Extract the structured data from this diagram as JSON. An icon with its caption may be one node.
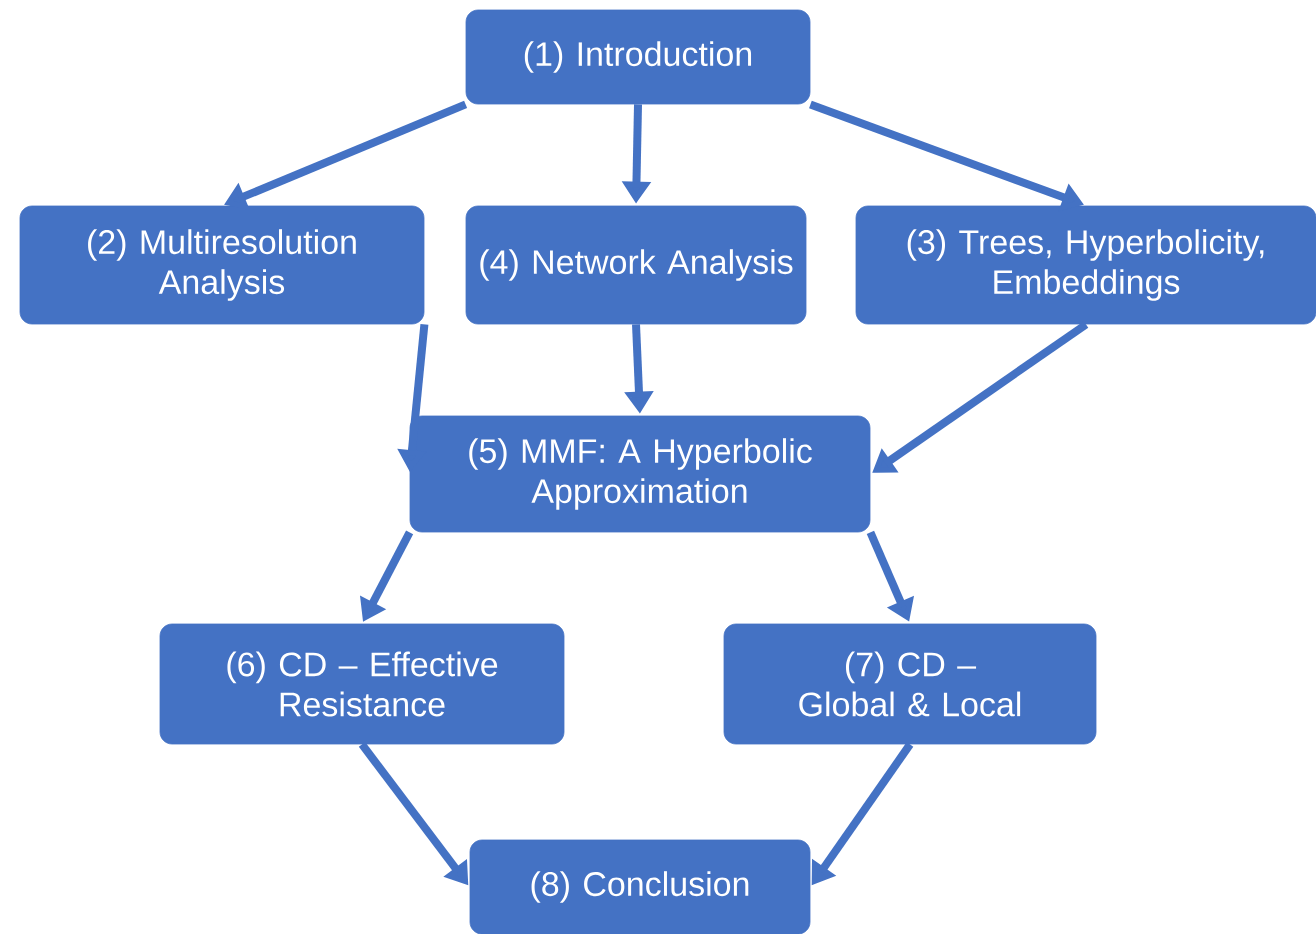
{
  "diagram": {
    "nodes": [
      {
        "text": [
          "(1) Introduction"
        ]
      },
      {
        "text": [
          "(2) Multiresolution Analysis"
        ]
      },
      {
        "text": [
          "(4) Network Analysis"
        ]
      },
      {
        "text": [
          "(3) Trees, Hyperbolicity, Embeddings"
        ]
      },
      {
        "text": [
          "(5) MMF: A Hyperbolic Approximation"
        ]
      },
      {
        "text": [
          "(6) CD – Effective Resistance"
        ]
      },
      {
        "text": [
          "(7) CD – Global & Local"
        ]
      },
      {
        "text": [
          "(8) Conclusion"
        ]
      }
    ],
    "edges": [
      {
        "from": 0,
        "to": 1,
        "arrow": "to"
      },
      {
        "from": 0,
        "to": 2,
        "arrow": "to"
      },
      {
        "from": 0,
        "to": 3,
        "arrow": "to"
      },
      {
        "from": 1,
        "to": 4,
        "arrow": "to"
      },
      {
        "from": 2,
        "to": 4,
        "arrow": "to"
      },
      {
        "from": 3,
        "to": 4,
        "arrow": "to"
      },
      {
        "from": 4,
        "to": 5,
        "arrow": "to"
      },
      {
        "from": 4,
        "to": 6,
        "arrow": "to"
      },
      {
        "from": 5,
        "to": 7,
        "arrow": "to"
      },
      {
        "from": 6,
        "to": 7,
        "arrow": "to"
      }
    ]
  }
}
